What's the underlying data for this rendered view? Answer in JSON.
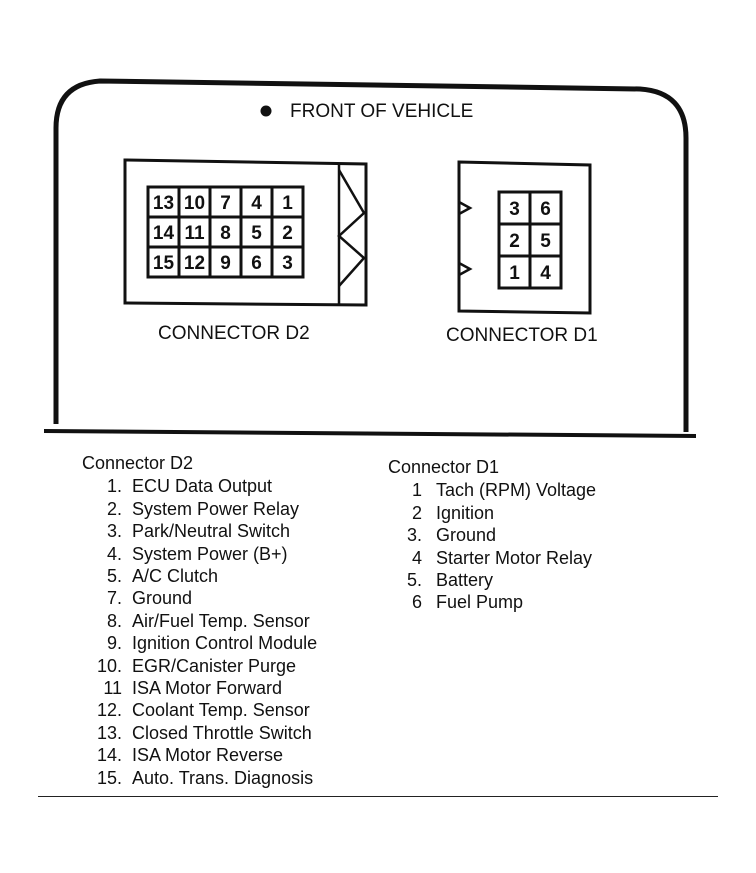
{
  "panel": {
    "front_label": "FRONT OF VEHICLE"
  },
  "connector_d2": {
    "caption": "CONNECTOR D2",
    "pin_grid": [
      [
        "13",
        "10",
        "7",
        "4",
        "1"
      ],
      [
        "14",
        "11",
        "8",
        "5",
        "2"
      ],
      [
        "15",
        "12",
        "9",
        "6",
        "3"
      ]
    ]
  },
  "connector_d1": {
    "caption": "CONNECTOR D1",
    "pin_grid": [
      [
        "3",
        "6"
      ],
      [
        "2",
        "5"
      ],
      [
        "1",
        "4"
      ]
    ]
  },
  "legend_d2": {
    "title": "Connector D2",
    "items": [
      {
        "num": "1.",
        "label": "ECU Data Output"
      },
      {
        "num": "2.",
        "label": "System Power Relay"
      },
      {
        "num": "3.",
        "label": "Park/Neutral Switch"
      },
      {
        "num": "4.",
        "label": "System Power (B+)"
      },
      {
        "num": "5.",
        "label": "A/C Clutch"
      },
      {
        "num": "7.",
        "label": "Ground"
      },
      {
        "num": "8.",
        "label": "Air/Fuel Temp. Sensor"
      },
      {
        "num": "9.",
        "label": "Ignition Control Module"
      },
      {
        "num": "10.",
        "label": "EGR/Canister Purge"
      },
      {
        "num": "11",
        "label": "ISA Motor Forward"
      },
      {
        "num": "12.",
        "label": "Coolant Temp. Sensor"
      },
      {
        "num": "13.",
        "label": "Closed Throttle Switch"
      },
      {
        "num": "14.",
        "label": "ISA Motor Reverse"
      },
      {
        "num": "15.",
        "label": "Auto. Trans. Diagnosis"
      }
    ]
  },
  "legend_d1": {
    "title": "Connector D1",
    "items": [
      {
        "num": "1",
        "label": "Tach (RPM) Voltage"
      },
      {
        "num": "2",
        "label": "Ignition"
      },
      {
        "num": "3.",
        "label": "Ground"
      },
      {
        "num": "4",
        "label": "Starter Motor Relay"
      },
      {
        "num": "5.",
        "label": "Battery"
      },
      {
        "num": "6",
        "label": "Fuel Pump"
      }
    ]
  }
}
